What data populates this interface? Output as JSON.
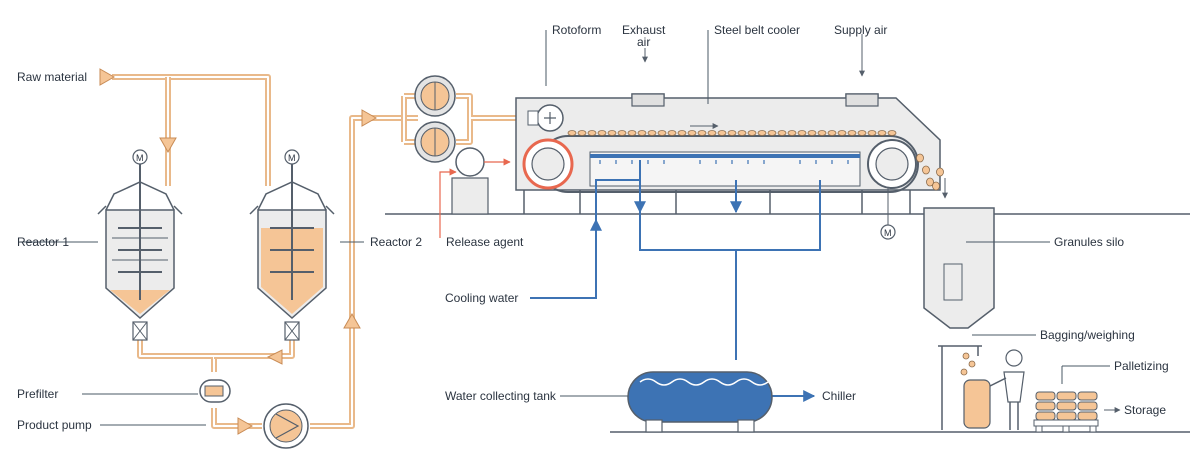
{
  "labels": {
    "raw_material": "Raw material",
    "reactor_1": "Reactor 1",
    "reactor_2": "Reactor 2",
    "prefilter": "Prefilter",
    "product_pump": "Product pump",
    "rotoform": "Rotoform",
    "exhaust_air_1": "Exhaust",
    "exhaust_air_2": "air",
    "steel_belt_cooler": "Steel belt cooler",
    "supply_air": "Supply air",
    "release_agent": "Release agent",
    "cooling_water": "Cooling water",
    "water_collecting_tank": "Water collecting tank",
    "chiller": "Chiller",
    "granules_silo": "Granules silo",
    "bagging_weighing": "Bagging/weighing",
    "palletizing": "Palletizing",
    "storage": "Storage",
    "motor": "M"
  },
  "colors": {
    "product": "#f5c596",
    "product_pipe": "#e9b98a",
    "water": "#3d73b4",
    "release_agent": "#e8684f",
    "equipment": "#ececec",
    "outline": "#555f6b"
  }
}
